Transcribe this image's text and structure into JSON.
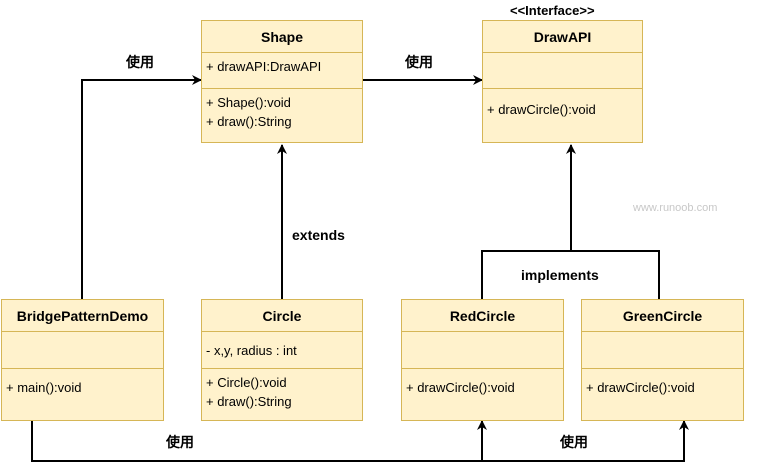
{
  "classes": {
    "shape": {
      "name": "Shape",
      "fields": [
        "+ drawAPI:DrawAPI"
      ],
      "methods": [
        "+ Shape():void",
        "+ draw():String"
      ]
    },
    "drawapi": {
      "stereotype": "<<Interface>>",
      "name": "DrawAPI",
      "fields": [],
      "methods": [
        "+ drawCircle():void"
      ]
    },
    "bridge": {
      "name": "BridgePatternDemo",
      "fields": [],
      "methods": [
        "+ main():void"
      ]
    },
    "circle": {
      "name": "Circle",
      "fields": [
        "- x,y, radius : int"
      ],
      "methods": [
        "+ Circle():void",
        "+ draw():String"
      ]
    },
    "redcircle": {
      "name": "RedCircle",
      "fields": [],
      "methods": [
        "+ drawCircle():void"
      ]
    },
    "greencircle": {
      "name": "GreenCircle",
      "fields": [],
      "methods": [
        "+ drawCircle():void"
      ]
    }
  },
  "labels": {
    "uses_left": "使用",
    "uses_top": "使用",
    "extends": "extends",
    "implements": "implements",
    "uses_bottom_left": "使用",
    "uses_bottom_right": "使用"
  },
  "watermark": "www.runoob.com"
}
